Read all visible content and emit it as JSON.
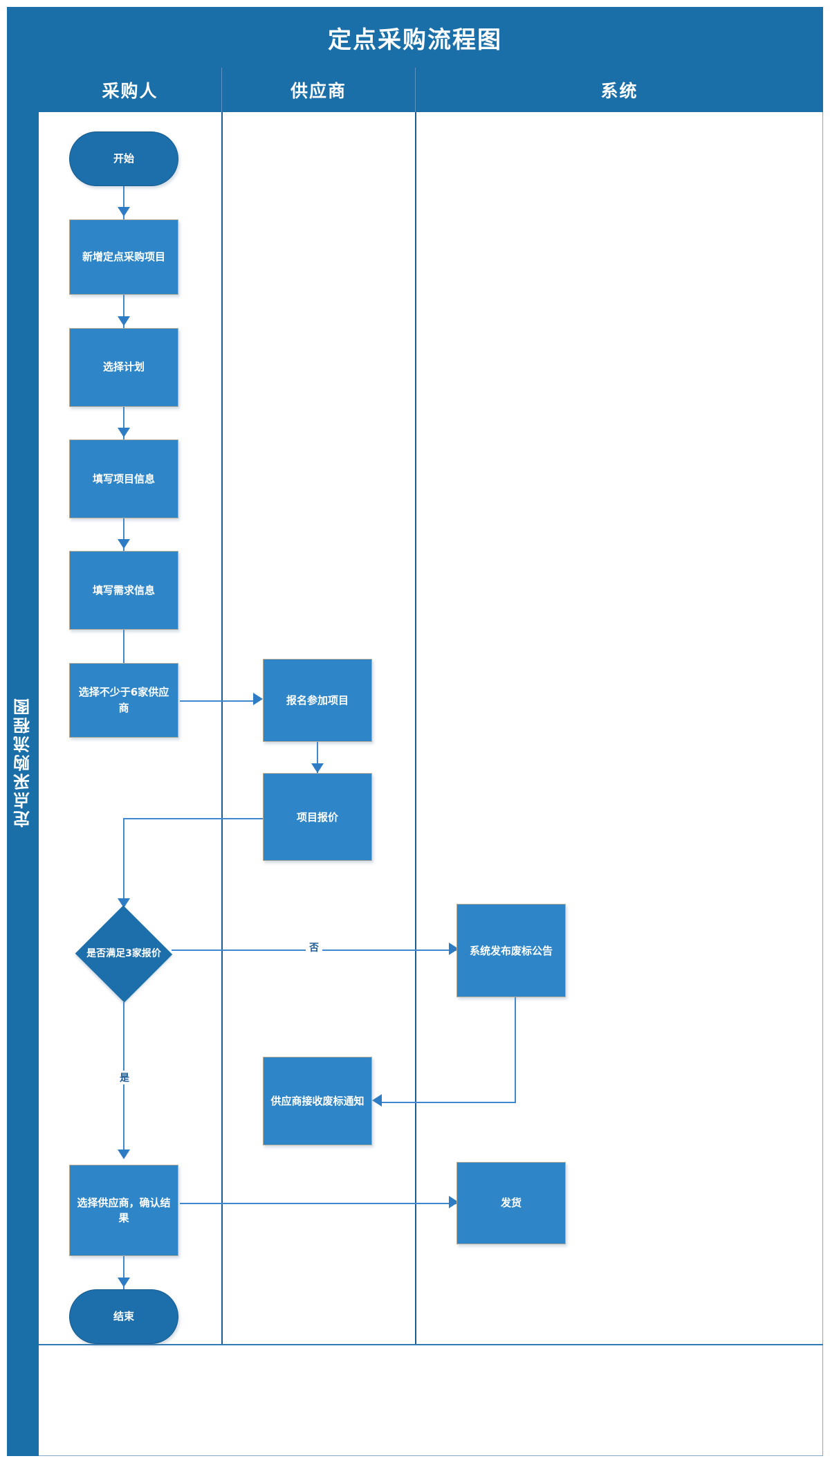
{
  "diagram": {
    "title": "定点采购流程图",
    "side_band_label": "定点采购流程图",
    "type": "flowchart",
    "accent_dark": "#1a6fa8",
    "accent_node": "#2e86c8",
    "accent_terminal": "#1d6fab",
    "connector_color": "#3f87cf"
  },
  "lanes": [
    {
      "id": "buyer",
      "label": "采购人"
    },
    {
      "id": "supplier",
      "label": "供应商"
    },
    {
      "id": "system",
      "label": "系统"
    }
  ],
  "nodes": [
    {
      "id": "start",
      "lane": "buyer",
      "shape": "terminator",
      "label": "开始"
    },
    {
      "id": "new_project",
      "lane": "buyer",
      "shape": "process",
      "label": "新增定点采购项目"
    },
    {
      "id": "select_plan",
      "lane": "buyer",
      "shape": "process",
      "label": "选择计划"
    },
    {
      "id": "fill_project",
      "lane": "buyer",
      "shape": "process",
      "label": "填写项目信息"
    },
    {
      "id": "fill_demand",
      "lane": "buyer",
      "shape": "process",
      "label": "填写需求信息"
    },
    {
      "id": "select_suppliers",
      "lane": "buyer",
      "shape": "process",
      "label": "选择不少于6家供应商"
    },
    {
      "id": "enroll",
      "lane": "supplier",
      "shape": "process",
      "label": "报名参加项目"
    },
    {
      "id": "quote",
      "lane": "supplier",
      "shape": "process",
      "label": "项目报价"
    },
    {
      "id": "check_three",
      "lane": "buyer",
      "shape": "decision",
      "label": "是否满足3家报价"
    },
    {
      "id": "publish_fail",
      "lane": "system",
      "shape": "process",
      "label": "系统发布废标公告"
    },
    {
      "id": "receive_fail",
      "lane": "supplier",
      "shape": "process",
      "label": "供应商接收废标通知"
    },
    {
      "id": "confirm_result",
      "lane": "buyer",
      "shape": "process",
      "label": "选择供应商，确认结果"
    },
    {
      "id": "ship",
      "lane": "system",
      "shape": "process",
      "label": "发货"
    },
    {
      "id": "end",
      "lane": "buyer",
      "shape": "terminator",
      "label": "结束"
    }
  ],
  "edges": [
    {
      "from": "start",
      "to": "new_project",
      "label": ""
    },
    {
      "from": "new_project",
      "to": "select_plan",
      "label": ""
    },
    {
      "from": "select_plan",
      "to": "fill_project",
      "label": ""
    },
    {
      "from": "fill_project",
      "to": "fill_demand",
      "label": ""
    },
    {
      "from": "fill_demand",
      "to": "select_suppliers",
      "label": ""
    },
    {
      "from": "select_suppliers",
      "to": "enroll",
      "label": ""
    },
    {
      "from": "enroll",
      "to": "quote",
      "label": ""
    },
    {
      "from": "quote",
      "to": "check_three",
      "label": ""
    },
    {
      "from": "check_three",
      "to": "publish_fail",
      "label": "否"
    },
    {
      "from": "check_three",
      "to": "confirm_result",
      "label": "是"
    },
    {
      "from": "publish_fail",
      "to": "receive_fail",
      "label": ""
    },
    {
      "from": "confirm_result",
      "to": "ship",
      "label": ""
    },
    {
      "from": "confirm_result",
      "to": "end",
      "label": ""
    }
  ],
  "edge_labels": {
    "no": "否",
    "yes": "是"
  }
}
